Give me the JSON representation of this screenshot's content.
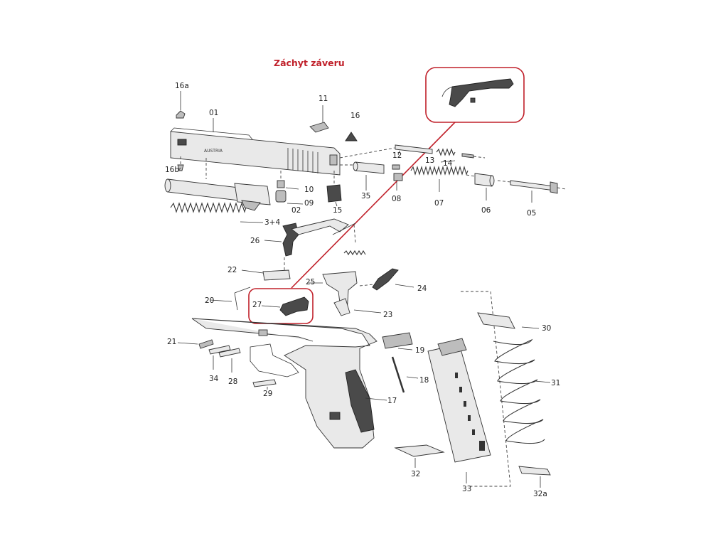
{
  "title": "Záchyt záveru",
  "colors": {
    "highlight": "#c0202a",
    "line": "#333333"
  },
  "parts": {
    "p16a": "16a",
    "p01": "01",
    "p11": "11",
    "p16": "16",
    "p16b": "16b",
    "p12": "12",
    "p13": "13",
    "p14": "14",
    "p10": "10",
    "p09": "09",
    "p02": "02",
    "p15": "15",
    "p35": "35",
    "p08": "08",
    "p07": "07",
    "p06": "06",
    "p05": "05",
    "p34s": "3+4",
    "p26": "26",
    "p22": "22",
    "p25": "25",
    "p24": "24",
    "p20": "20",
    "p27": "27",
    "p23": "23",
    "p30": "30",
    "p21": "21",
    "p19": "19",
    "p18": "18",
    "p31": "31",
    "p34": "34",
    "p28": "28",
    "p29": "29",
    "p17": "17",
    "p32": "32",
    "p33": "33",
    "p32a": "32a"
  }
}
